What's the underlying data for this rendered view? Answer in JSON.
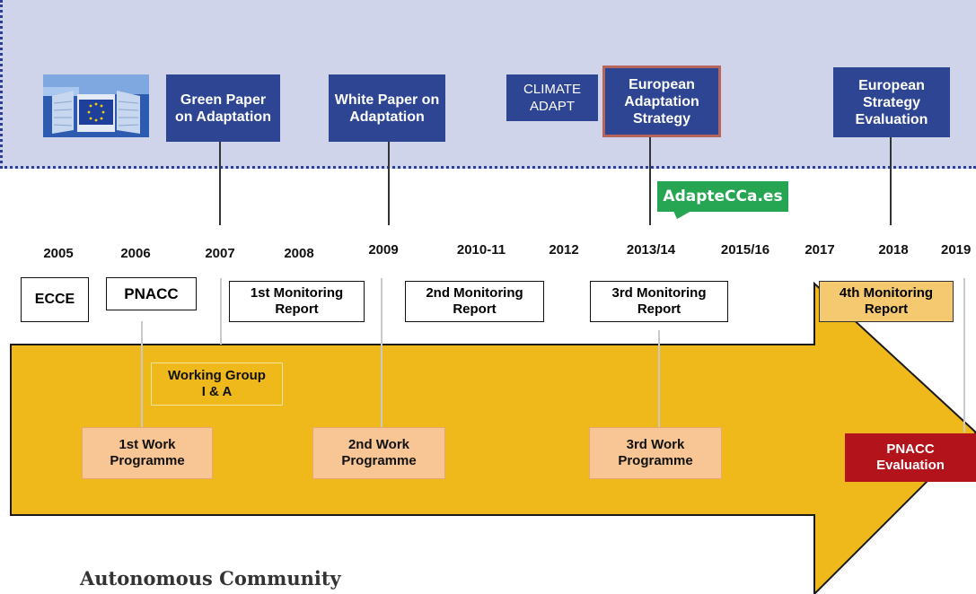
{
  "eu_timeline": {
    "items": [
      {
        "key": "green",
        "label": "Green Paper on Adaptation"
      },
      {
        "key": "white",
        "label": "White Paper on Adaptation"
      },
      {
        "key": "climate",
        "label": "CLIMATE ADAPT"
      },
      {
        "key": "strategy",
        "label": "European Adaptation Strategy"
      },
      {
        "key": "evaluation",
        "label": "European Strategy Evaluation"
      }
    ],
    "adaptecca_logo": "AdapteCCa.es"
  },
  "years": [
    "2005",
    "2006",
    "2007",
    "2008",
    "2009",
    "2010-11",
    "2012",
    "2013/14",
    "2015/16",
    "2017",
    "2018",
    "2019"
  ],
  "national": {
    "ecce": "ECCE",
    "pnacc": "PNACC",
    "monitoring": [
      "1st Monitoring Report",
      "2nd Monitoring Report",
      "3rd Monitoring Report",
      "4th Monitoring Report"
    ],
    "working_group": "Working Group I & A",
    "work_programmes": [
      "1st Work Programme",
      "2nd Work Programme",
      "3rd Work Programme"
    ],
    "pnacc_evaluation": "PNACC Evaluation"
  },
  "footer": {
    "title": "Autonomous Community"
  },
  "colors": {
    "eu_band": "#cfd4ea",
    "eu_box": "#2e4593",
    "arrow": "#efb81b",
    "work_programme": "#f8c594",
    "evaluation_red": "#b3141b",
    "adaptecca_green": "#26a653"
  }
}
